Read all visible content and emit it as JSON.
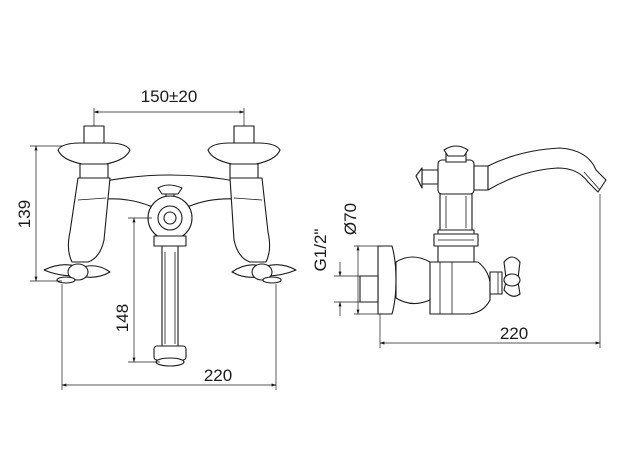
{
  "dimensions": {
    "front_center_spacing": "150±20",
    "front_height": "139",
    "front_spout_drop": "148",
    "front_overall_width": "220",
    "side_thread": "G1/2\"",
    "side_flange_diameter": "Ø70",
    "side_projection": "220"
  }
}
